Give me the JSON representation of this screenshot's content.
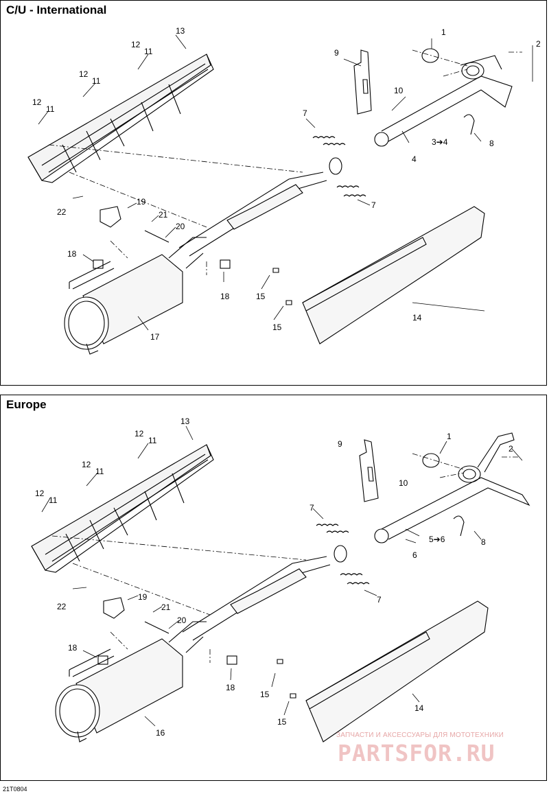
{
  "figure_code": "21T0804",
  "panels": [
    {
      "title": "C/U - International",
      "callouts": [
        "1",
        "2",
        "3➔4",
        "4",
        "7",
        "7",
        "8",
        "9",
        "10",
        "11",
        "11",
        "11",
        "12",
        "12",
        "12",
        "13",
        "14",
        "15",
        "15",
        "17",
        "18",
        "18",
        "19",
        "20",
        "21",
        "22"
      ]
    },
    {
      "title": "Europe",
      "callouts": [
        "1",
        "2",
        "5➔6",
        "6",
        "7",
        "7",
        "8",
        "9",
        "10",
        "11",
        "11",
        "11",
        "12",
        "12",
        "12",
        "13",
        "14",
        "15",
        "15",
        "16",
        "18",
        "18",
        "19",
        "20",
        "21",
        "22"
      ]
    }
  ],
  "watermark": {
    "tagline": "ЗАПЧАСТИ И АКСЕССУАРЫ ДЛЯ МОТОТЕХНИКИ",
    "logo": "PARTSFOR.RU"
  }
}
